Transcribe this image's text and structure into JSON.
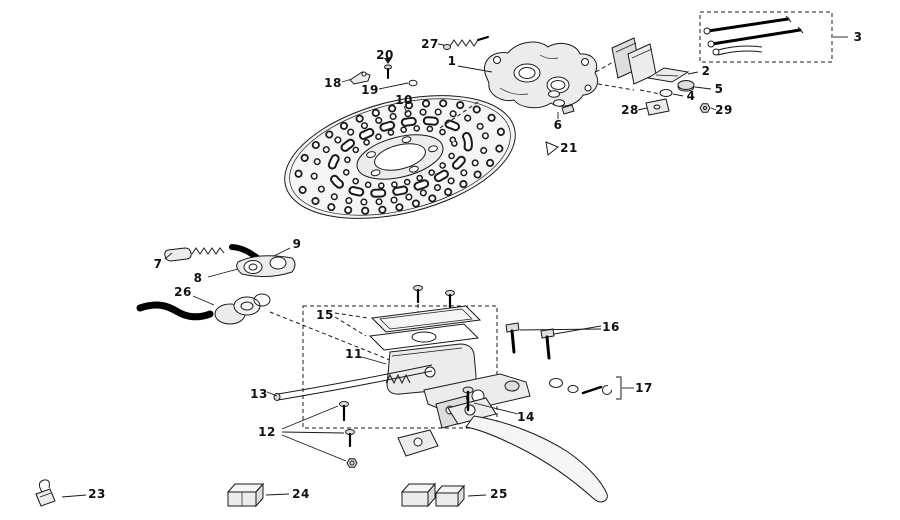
{
  "style": {
    "line_color": "#1a1a1a",
    "part_fill": "#ececec",
    "part_light": "#f5f5f5",
    "part_dark": "#dddddd",
    "cable_color": "#000000"
  },
  "callouts": {
    "c1": {
      "label": "1"
    },
    "c2": {
      "label": "2"
    },
    "c3": {
      "label": "3"
    },
    "c4": {
      "label": "4"
    },
    "c5": {
      "label": "5"
    },
    "c6": {
      "label": "6"
    },
    "c7": {
      "label": "7"
    },
    "c8": {
      "label": "8"
    },
    "c9": {
      "label": "9"
    },
    "c10": {
      "label": "10"
    },
    "c11": {
      "label": "11"
    },
    "c12": {
      "label": "12"
    },
    "c13": {
      "label": "13"
    },
    "c14": {
      "label": "14"
    },
    "c15": {
      "label": "15"
    },
    "c16": {
      "label": "16"
    },
    "c17": {
      "label": "17"
    },
    "c18": {
      "label": "18"
    },
    "c19": {
      "label": "19"
    },
    "c20": {
      "label": "20"
    },
    "c21": {
      "label": "21"
    },
    "c23": {
      "label": "23"
    },
    "c24": {
      "label": "24"
    },
    "c25": {
      "label": "25"
    },
    "c26": {
      "label": "26"
    },
    "c27": {
      "label": "27"
    },
    "c28": {
      "label": "28"
    },
    "c29": {
      "label": "29"
    }
  }
}
